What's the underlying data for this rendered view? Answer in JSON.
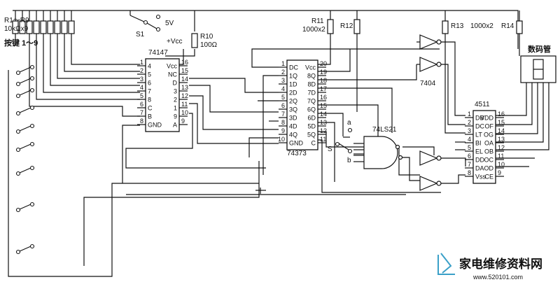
{
  "labels": {
    "r1_r9": "R1～R9",
    "r1_r9_value": "10kΩx9",
    "keys": "按键 1～9",
    "s1": "S1",
    "v5": "5V",
    "vcc_plus": "+Vcc",
    "r10": "R10",
    "r10_value": "100Ω",
    "r11": "R11",
    "r11_value": "1000x2",
    "r12": "R12",
    "r13": "R13",
    "r13_value": "1000x2",
    "r14": "R14",
    "display": "数码管",
    "chip_7404": "7404",
    "chip_74ls21": "74LS21",
    "switch_s": "S",
    "switch_a": "a",
    "switch_b": "b"
  },
  "chips": {
    "c74147": {
      "name": "74147",
      "left_pins": [
        {
          "label": "4",
          "num": "1"
        },
        {
          "label": "5",
          "num": "2"
        },
        {
          "label": "6",
          "num": "3"
        },
        {
          "label": "7",
          "num": "4"
        },
        {
          "label": "8",
          "num": "5"
        },
        {
          "label": "C",
          "num": "6"
        },
        {
          "label": "B",
          "num": "7"
        },
        {
          "label": "GND",
          "num": "8"
        }
      ],
      "right_pins": [
        {
          "label": "Vcc",
          "num": "16"
        },
        {
          "label": "NC",
          "num": "15"
        },
        {
          "label": "D",
          "num": "14"
        },
        {
          "label": "3",
          "num": "13"
        },
        {
          "label": "2",
          "num": "12"
        },
        {
          "label": "1",
          "num": "11"
        },
        {
          "label": "9",
          "num": "10"
        },
        {
          "label": "A",
          "num": "9"
        }
      ]
    },
    "c74373": {
      "name": "74373",
      "left_pins": [
        {
          "label": "DC",
          "num": "1"
        },
        {
          "label": "1Q",
          "num": "2"
        },
        {
          "label": "1D",
          "num": "3"
        },
        {
          "label": "2D",
          "num": "4"
        },
        {
          "label": "2Q",
          "num": "5"
        },
        {
          "label": "3Q",
          "num": "6"
        },
        {
          "label": "3D",
          "num": "7"
        },
        {
          "label": "4D",
          "num": "8"
        },
        {
          "label": "4Q",
          "num": "9"
        },
        {
          "label": "GND",
          "num": "10"
        }
      ],
      "right_pins": [
        {
          "label": "Vcc",
          "num": "20"
        },
        {
          "label": "8Q",
          "num": "19"
        },
        {
          "label": "8D",
          "num": "18"
        },
        {
          "label": "7D",
          "num": "17"
        },
        {
          "label": "7Q",
          "num": "16"
        },
        {
          "label": "6Q",
          "num": "15"
        },
        {
          "label": "6D",
          "num": "14"
        },
        {
          "label": "5D",
          "num": "13"
        },
        {
          "label": "5Q",
          "num": "12"
        },
        {
          "label": "C",
          "num": "11"
        }
      ]
    },
    "c4511": {
      "name": "4511",
      "left_pins": [
        {
          "label": "DB",
          "num": "1"
        },
        {
          "label": "DC",
          "num": "2"
        },
        {
          "label": "LT",
          "num": "3"
        },
        {
          "label": "BI",
          "num": "4"
        },
        {
          "label": "EL",
          "num": "5"
        },
        {
          "label": "DD",
          "num": "6"
        },
        {
          "label": "DA",
          "num": "7"
        },
        {
          "label": "Vss",
          "num": "8"
        }
      ],
      "right_pins": [
        {
          "label": "VDD",
          "num": "16"
        },
        {
          "label": "OF",
          "num": "15"
        },
        {
          "label": "OG",
          "num": "14"
        },
        {
          "label": "OA",
          "num": "13"
        },
        {
          "label": "OB",
          "num": "12"
        },
        {
          "label": "OC",
          "num": "11"
        },
        {
          "label": "OD",
          "num": "10"
        },
        {
          "label": "CE",
          "num": "9"
        }
      ]
    }
  },
  "watermark": {
    "text": "家电维修资料网",
    "url": "www.520101.com",
    "color": "#3aa0c8"
  }
}
